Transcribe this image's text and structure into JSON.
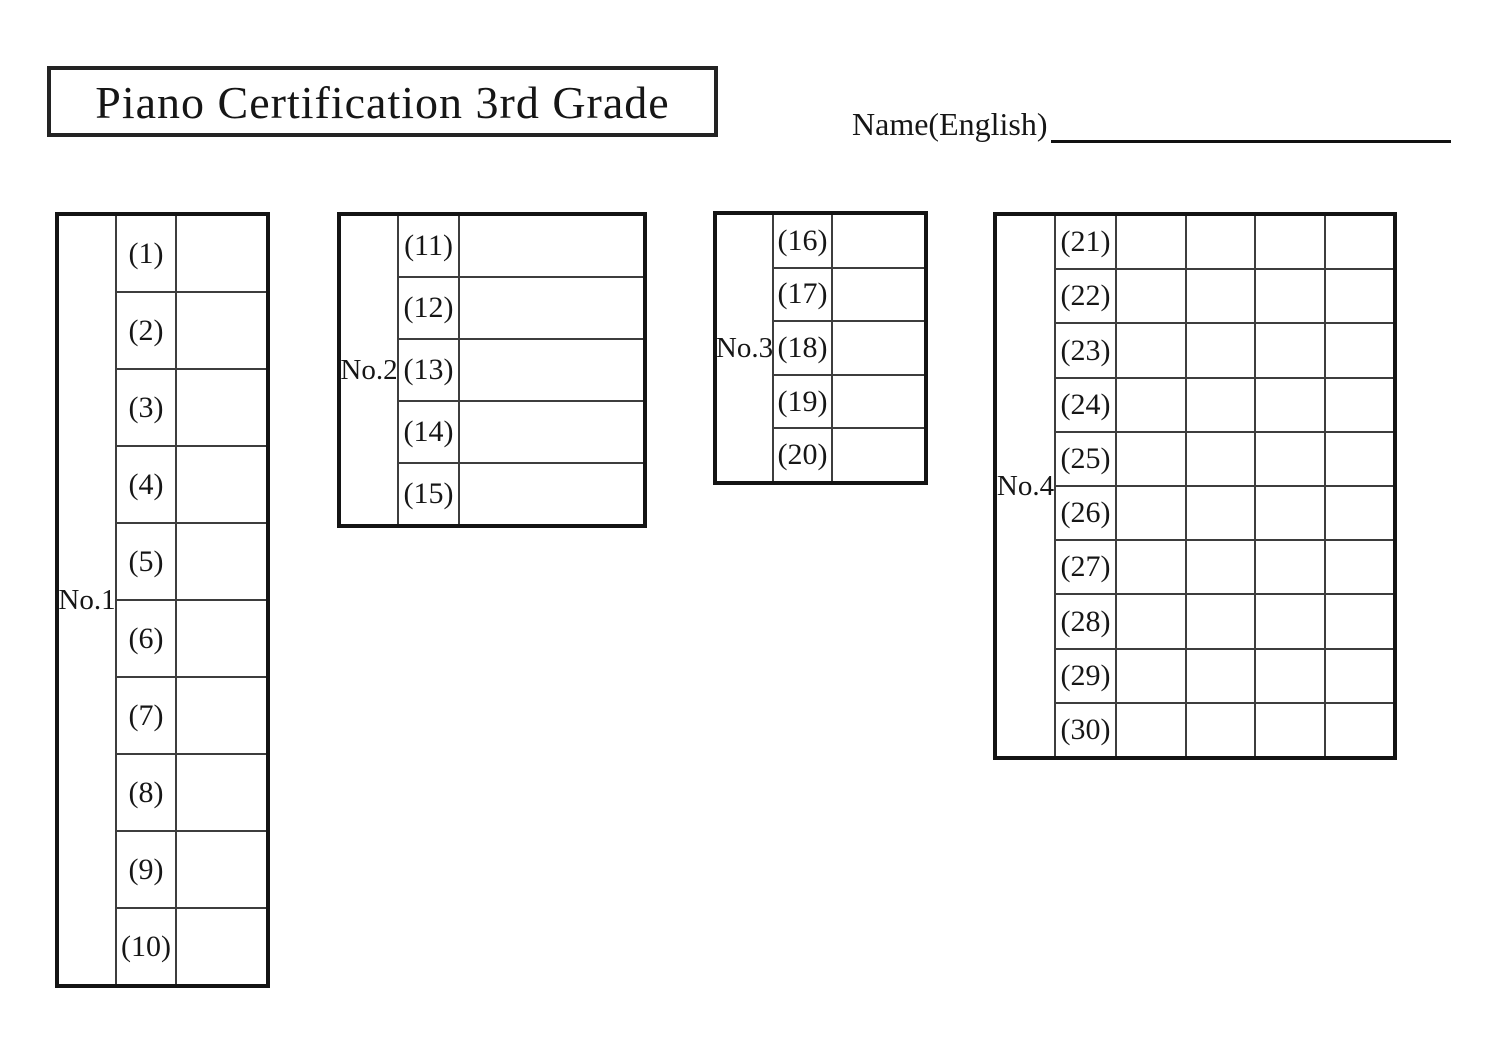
{
  "header": {
    "title": "Piano Certification 3rd Grade",
    "name_label": "Name(English)",
    "name_value": ""
  },
  "tables": [
    {
      "label": "No.1",
      "answer_columns": 1,
      "items": [
        "(1)",
        "(2)",
        "(3)",
        "(4)",
        "(5)",
        "(6)",
        "(7)",
        "(8)",
        "(9)",
        "(10)"
      ]
    },
    {
      "label": "No.2",
      "answer_columns": 1,
      "items": [
        "(11)",
        "(12)",
        "(13)",
        "(14)",
        "(15)"
      ]
    },
    {
      "label": "No.3",
      "answer_columns": 1,
      "items": [
        "(16)",
        "(17)",
        "(18)",
        "(19)",
        "(20)"
      ]
    },
    {
      "label": "No.4",
      "answer_columns": 4,
      "items": [
        "(21)",
        "(22)",
        "(23)",
        "(24)",
        "(25)",
        "(26)",
        "(27)",
        "(28)",
        "(29)",
        "(30)"
      ]
    }
  ],
  "colors": {
    "ink": "#161616",
    "outer_border": "#141414",
    "grid_line": "#3d3d3d",
    "background": "#ffffff"
  }
}
